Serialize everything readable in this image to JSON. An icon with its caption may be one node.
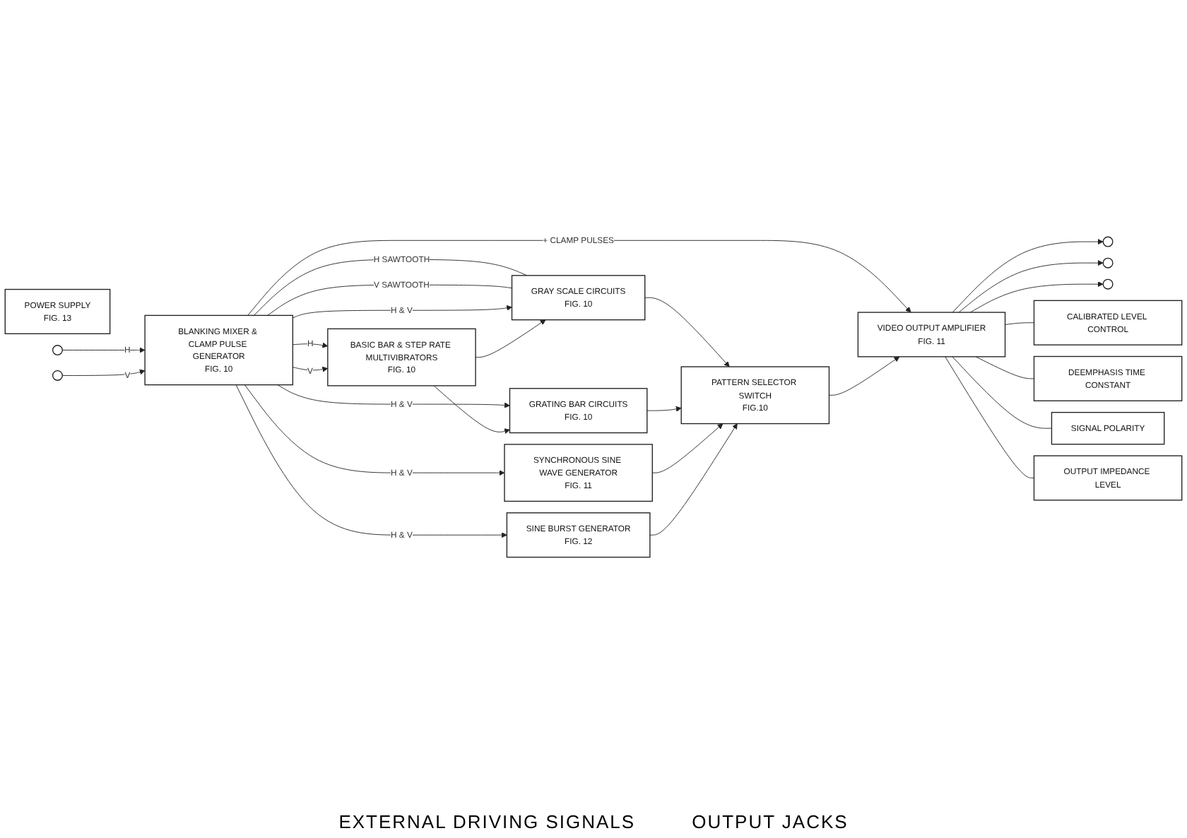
{
  "diagram": {
    "nodes": [
      {
        "text": [
          "BASIC BAR & STEP RATE MULTIVIBRATORS",
          "FIG. 10"
        ]
      },
      {
        "text": [
          "BLANKING MIXER & CLAMP PULSE GENERATOR",
          "FIG. 10"
        ]
      },
      {
        "text": [
          "GRAY SCALE CIRCUITS",
          "FIG. 10"
        ]
      },
      {
        "text": [
          "GRATING BAR CIRCUITS",
          "FIG. 10"
        ]
      },
      {
        "text": [
          "SYNCHRONOUS SINE WAVE GENERATOR",
          "FIG. 11"
        ]
      },
      {
        "text": [
          "SINE BURST GENERATOR",
          "FIG. 12"
        ]
      },
      {
        "text": [
          "POWER SUPPLY",
          "FIG. 13"
        ]
      },
      {
        "text": [
          "PATTERN SELECTOR SWITCH",
          "FIG.10"
        ]
      },
      {
        "text": [
          "VIDEO OUTPUT AMPLIFIER",
          "FIG. 11"
        ]
      },
      {
        "text": [
          "CALIBRATED LEVEL CONTROL"
        ]
      },
      {
        "text": [
          "DEEMPHASIS TIME CONSTANT"
        ]
      },
      {
        "text": [
          "SIGNAL POLARITY"
        ]
      },
      {
        "text": [
          "OUTPUT IMPEDANCE LEVEL"
        ]
      },
      {
        "text": [],
        "shape": "circle"
      },
      {
        "text": [],
        "shape": "circle"
      },
      {
        "text": [],
        "shape": "circle"
      },
      {
        "text": [],
        "shape": "circle"
      },
      {
        "text": [],
        "shape": "circle"
      }
    ],
    "edges": [
      {
        "from": 13,
        "to": 1,
        "label": "H",
        "arrow": "to"
      },
      {
        "from": 14,
        "to": 1,
        "label": "V",
        "arrow": "to"
      },
      {
        "from": 1,
        "to": 0,
        "label": "H",
        "arrow": "to"
      },
      {
        "from": 1,
        "to": 0,
        "label": "V",
        "arrow": "to"
      },
      {
        "from": 1,
        "to": 2,
        "label": "H SAWTOOTH",
        "arrow": "none"
      },
      {
        "from": 1,
        "to": 2,
        "label": "V SAWTOOTH",
        "arrow": "none"
      },
      {
        "from": 1,
        "to": 2,
        "label": "H & V",
        "arrow": "to"
      },
      {
        "from": 1,
        "to": 3,
        "label": "H & V",
        "arrow": "to"
      },
      {
        "from": 1,
        "to": 4,
        "label": "H & V",
        "arrow": "to"
      },
      {
        "from": 1,
        "to": 5,
        "label": "H & V",
        "arrow": "to"
      },
      {
        "from": 1,
        "to": 8,
        "label": "+ CLAMP PULSES",
        "arrow": "to"
      },
      {
        "from": 0,
        "to": 2,
        "arrow": "to"
      },
      {
        "from": 0,
        "to": 3,
        "arrow": "to"
      },
      {
        "from": 2,
        "to": 7,
        "arrow": "to"
      },
      {
        "from": 3,
        "to": 7,
        "arrow": "to"
      },
      {
        "from": 4,
        "to": 7,
        "arrow": "to"
      },
      {
        "from": 5,
        "to": 7,
        "arrow": "to"
      },
      {
        "from": 7,
        "to": 8,
        "arrow": "to"
      },
      {
        "from": 8,
        "to": 15,
        "arrow": "to"
      },
      {
        "from": 8,
        "to": 16,
        "arrow": "to"
      },
      {
        "from": 8,
        "to": 17,
        "arrow": "to"
      },
      {
        "from": 8,
        "to": 9,
        "arrow": "none"
      },
      {
        "from": 8,
        "to": 10,
        "arrow": "none"
      },
      {
        "from": 8,
        "to": 11,
        "arrow": "none"
      },
      {
        "from": 8,
        "to": 12,
        "arrow": "none"
      }
    ],
    "labels": [
      "EXTERNAL DRIVING SIGNALS",
      "OUTPUT JACKS"
    ]
  }
}
